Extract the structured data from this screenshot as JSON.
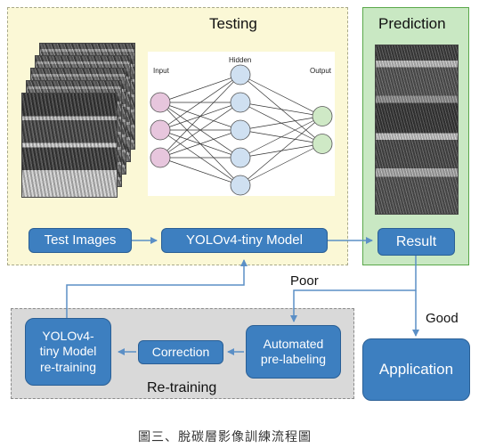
{
  "panels": {
    "testing": {
      "title": "Testing"
    },
    "prediction": {
      "title": "Prediction"
    },
    "retraining": {
      "title": "Re-training"
    }
  },
  "network": {
    "input_label": "Input",
    "hidden_label": "Hidden",
    "output_label": "Output",
    "layers": [
      3,
      5,
      2
    ]
  },
  "nodes": {
    "test_images": "Test Images",
    "model": "YOLOv4-tiny Model",
    "result": "Result",
    "application": "Application",
    "retrain_model": "YOLOv4-\ntiny Model\nre-training",
    "correction": "Correction",
    "auto_label": "Automated\npre-labeling"
  },
  "edges": {
    "poor": "Poor",
    "good": "Good"
  },
  "caption": "圖三、脫碳層影像訓練流程圖",
  "colors": {
    "box_fill": "#3d7fc0",
    "arrow": "#5b8fc6",
    "testing_bg": "#fbf8d6",
    "prediction_bg": "#c9e8c3",
    "retrain_bg": "#d9d9d9",
    "input_node": "#e7c6dd",
    "hidden_node": "#cfe0f1",
    "output_node": "#cfe9c6"
  }
}
